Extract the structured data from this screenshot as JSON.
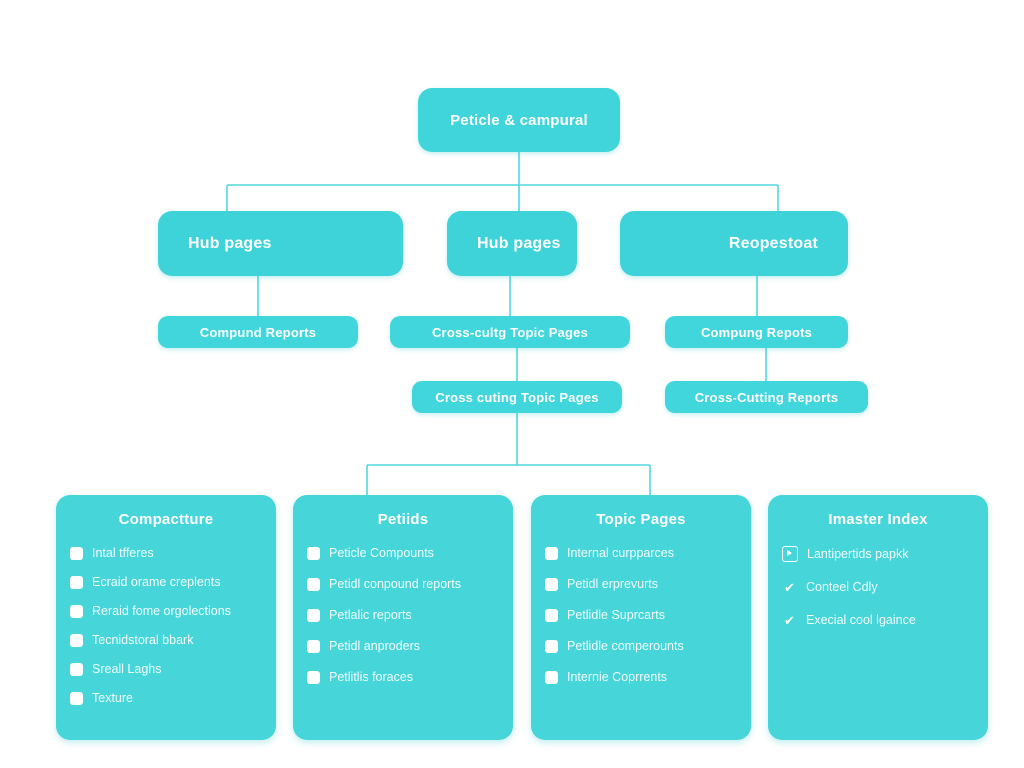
{
  "diagram": {
    "title_node": {
      "label": "Peticle & campural"
    },
    "level2": [
      {
        "label": "Hub pages"
      },
      {
        "label": "Hub pages"
      },
      {
        "label": "Reopestoat"
      }
    ],
    "level3": [
      {
        "label": "Compund Reports"
      },
      {
        "label": "Cross-cultg Topic Pages"
      },
      {
        "label": "Compung Repots"
      }
    ],
    "level4": [
      {
        "label": "Cross cuting Topic Pages"
      },
      {
        "label": "Cross-Cutting Reports"
      }
    ],
    "cards": [
      {
        "title": "Compactture",
        "items": [
          {
            "icon": "checkbox-icon",
            "label": "Intal tfferes"
          },
          {
            "icon": "checkbox-icon",
            "label": "Ecraid orame creplents"
          },
          {
            "icon": "checkbox-icon",
            "label": "Reraid fome orgolections"
          },
          {
            "icon": "checkbox-icon",
            "label": "Tecnidstoral bbark"
          },
          {
            "icon": "checkbox-icon",
            "label": "Sreall Laghs"
          },
          {
            "icon": "checkbox-icon",
            "label": "Texture"
          }
        ]
      },
      {
        "title": "Petiids",
        "items": [
          {
            "icon": "checkbox-icon",
            "label": "Peticle Compounts"
          },
          {
            "icon": "checkbox-icon",
            "label": "Petidl conpound reports"
          },
          {
            "icon": "checkbox-icon",
            "label": "Petlalic reports"
          },
          {
            "icon": "checkbox-icon",
            "label": "Petidl anproders"
          },
          {
            "icon": "checkbox-icon",
            "label": "Petlitlis foraces"
          }
        ]
      },
      {
        "title": "Topic Pages",
        "items": [
          {
            "icon": "checkbox-icon",
            "label": "Internal curpparces"
          },
          {
            "icon": "checkbox-icon",
            "label": "Petidl erprevurts"
          },
          {
            "icon": "checkbox-icon",
            "label": "Petlidle Suprcarts"
          },
          {
            "icon": "checkbox-icon",
            "label": "Petlidle comperounts"
          },
          {
            "icon": "checkbox-icon",
            "label": "Internie Coprrents"
          }
        ]
      },
      {
        "title": "Imaster Index",
        "items": [
          {
            "icon": "media-play-icon",
            "label": "Lantipertids papkk"
          },
          {
            "icon": "check-icon",
            "label": "Conteel Cdly"
          },
          {
            "icon": "check-icon",
            "label": "Execial cool lgaince"
          }
        ]
      }
    ],
    "colors": {
      "node_fill": "#3ed3d9",
      "card_fill": "#46d5d9",
      "line": "#4fd8de",
      "text": "#ffffff",
      "background": "#ffffff"
    },
    "glyphs": {
      "check": "✔"
    }
  }
}
